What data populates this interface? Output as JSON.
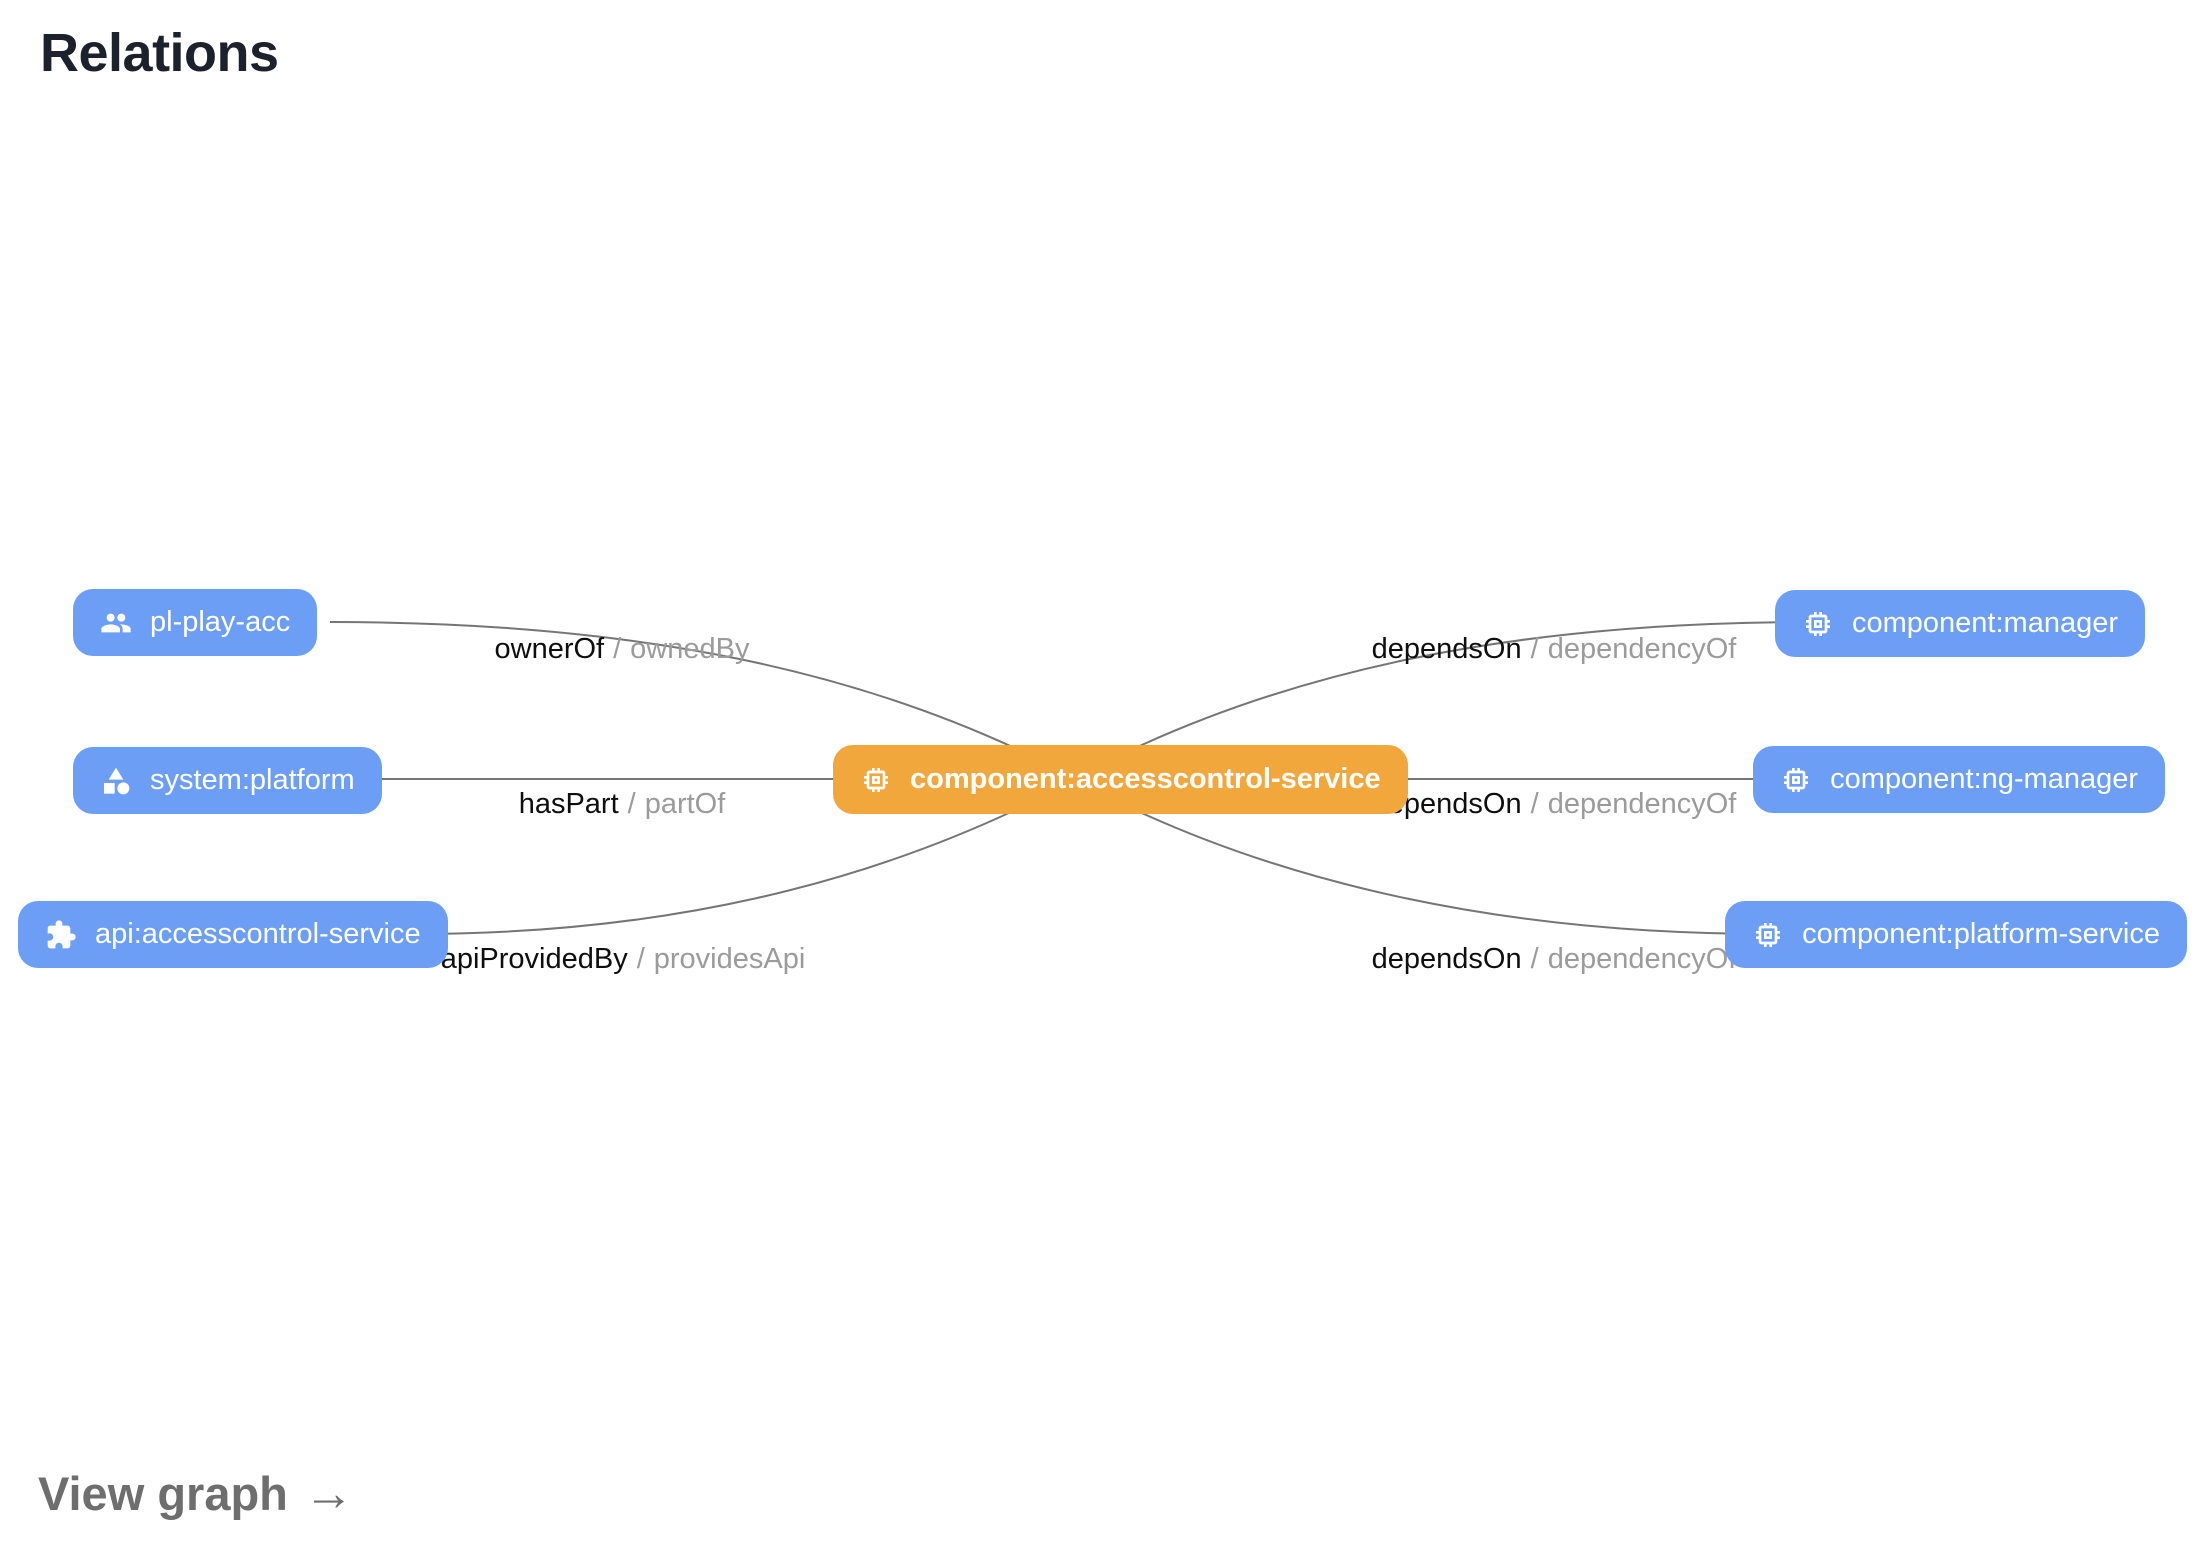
{
  "header": {
    "title": "Relations"
  },
  "footer": {
    "view_graph_label": "View graph",
    "arrow": "→"
  },
  "colors": {
    "node_blue": "#6d9ef6",
    "node_orange": "#f2a73d",
    "edge_line": "#757575",
    "relation_primary_text": "#0e0e0e",
    "relation_secondary_text": "#9b9b9b",
    "title_text": "#1d212b",
    "footer_text": "#6e6e6e"
  },
  "graph": {
    "center_node": {
      "label": "component:accesscontrol-service",
      "icon": "memory-chip-icon"
    },
    "source_nodes": [
      {
        "label": "pl-play-acc",
        "icon": "group-icon"
      },
      {
        "label": "system:platform",
        "icon": "category-icon"
      },
      {
        "label": "api:accesscontrol-service",
        "icon": "extension-icon"
      }
    ],
    "target_nodes": [
      {
        "label": "component:manager",
        "icon": "memory-chip-icon"
      },
      {
        "label": "component:ng-manager",
        "icon": "memory-chip-icon"
      },
      {
        "label": "component:platform-service",
        "icon": "memory-chip-icon"
      }
    ],
    "edges": [
      {
        "forward": "ownerOf",
        "separator": "/",
        "reverse": "ownedBy"
      },
      {
        "forward": "hasPart",
        "separator": "/",
        "reverse": "partOf"
      },
      {
        "forward": "apiProvidedBy",
        "separator": "/",
        "reverse": "providesApi"
      },
      {
        "forward": "dependsOn",
        "separator": "/",
        "reverse": "dependencyOf"
      },
      {
        "forward": "dependsOn",
        "separator": "/",
        "reverse": "dependencyOf"
      },
      {
        "forward": "dependsOn",
        "separator": "/",
        "reverse": "dependencyOf"
      }
    ]
  }
}
